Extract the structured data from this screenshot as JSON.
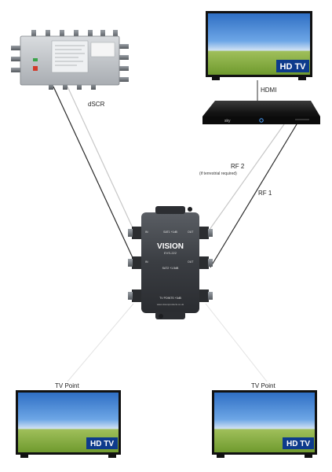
{
  "labels": {
    "dscr": "dSCR",
    "hdmi": "HDMI",
    "rf2": "RF 2",
    "rf2_note": "(if terrestrial required)",
    "rf1": "RF 1",
    "tv_point_left": "TV Point",
    "tv_point_right": "TV Point"
  },
  "tv_badge": "HD TV",
  "switch_device": {
    "brand": "VISION",
    "model": "EVS-222",
    "port_sat1": "SAT1 +1dB",
    "port_sat2": "SAT2 +1.5dB",
    "port_tv": "TV POINTS +3dB",
    "label_in": "IN",
    "label_out": "OUT",
    "website": "www.visionproducts.co.uk"
  },
  "receiver": {
    "logo": "sky"
  },
  "colors": {
    "cable": "#2a2a2a",
    "cable_light": "#c7c7c7",
    "tv_bezel": "#111111",
    "sky": "#4f8fd8",
    "field": "#8fb04a",
    "switch_body": "#3a3d42"
  }
}
